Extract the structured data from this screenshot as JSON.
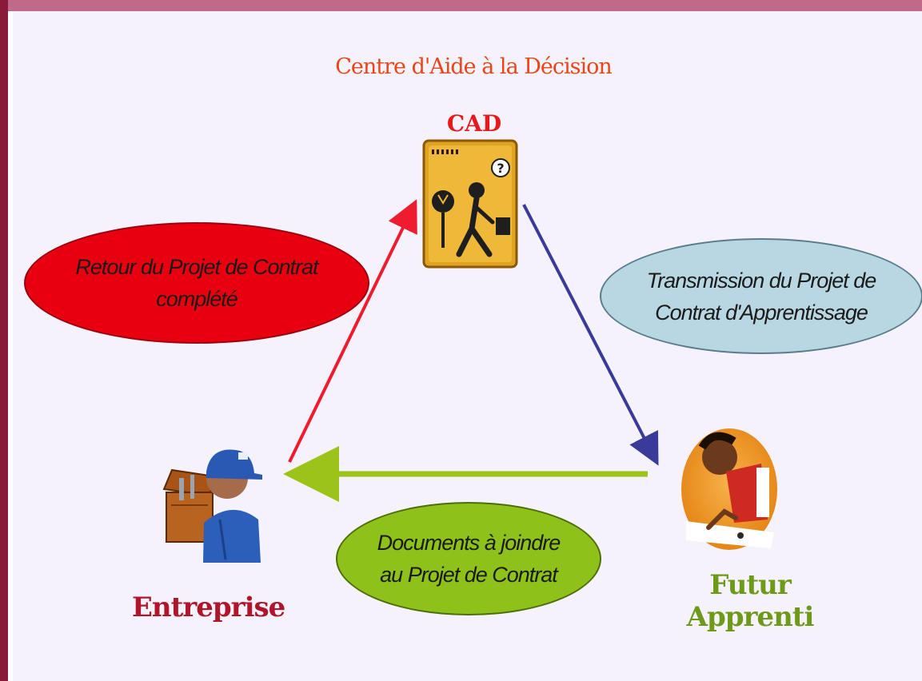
{
  "title": "Centre d'Aide à la Décision",
  "cad": {
    "label": "CAD",
    "icon": "decision-person-icon"
  },
  "entreprise": {
    "label": "Entreprise",
    "icon": "worker-toolbox-icon"
  },
  "apprenti": {
    "label": "Futur Apprenti",
    "icon": "student-writing-icon"
  },
  "flows": {
    "retour": {
      "line1": "Retour du Projet de Contrat",
      "line2": "complété"
    },
    "transmission": {
      "line1": "Transmission du Projet de",
      "line2": "Contrat d'Apprentissage"
    },
    "documents": {
      "line1": "Documents à joindre",
      "line2": "au Projet de Contrat"
    }
  },
  "colors": {
    "red": "#e8000f",
    "blue": "#b9d7e2",
    "green": "#8ec21a",
    "arrow_red": "#ee1c2e",
    "arrow_blue": "#3a3a9a",
    "arrow_green": "#9bc31a"
  }
}
